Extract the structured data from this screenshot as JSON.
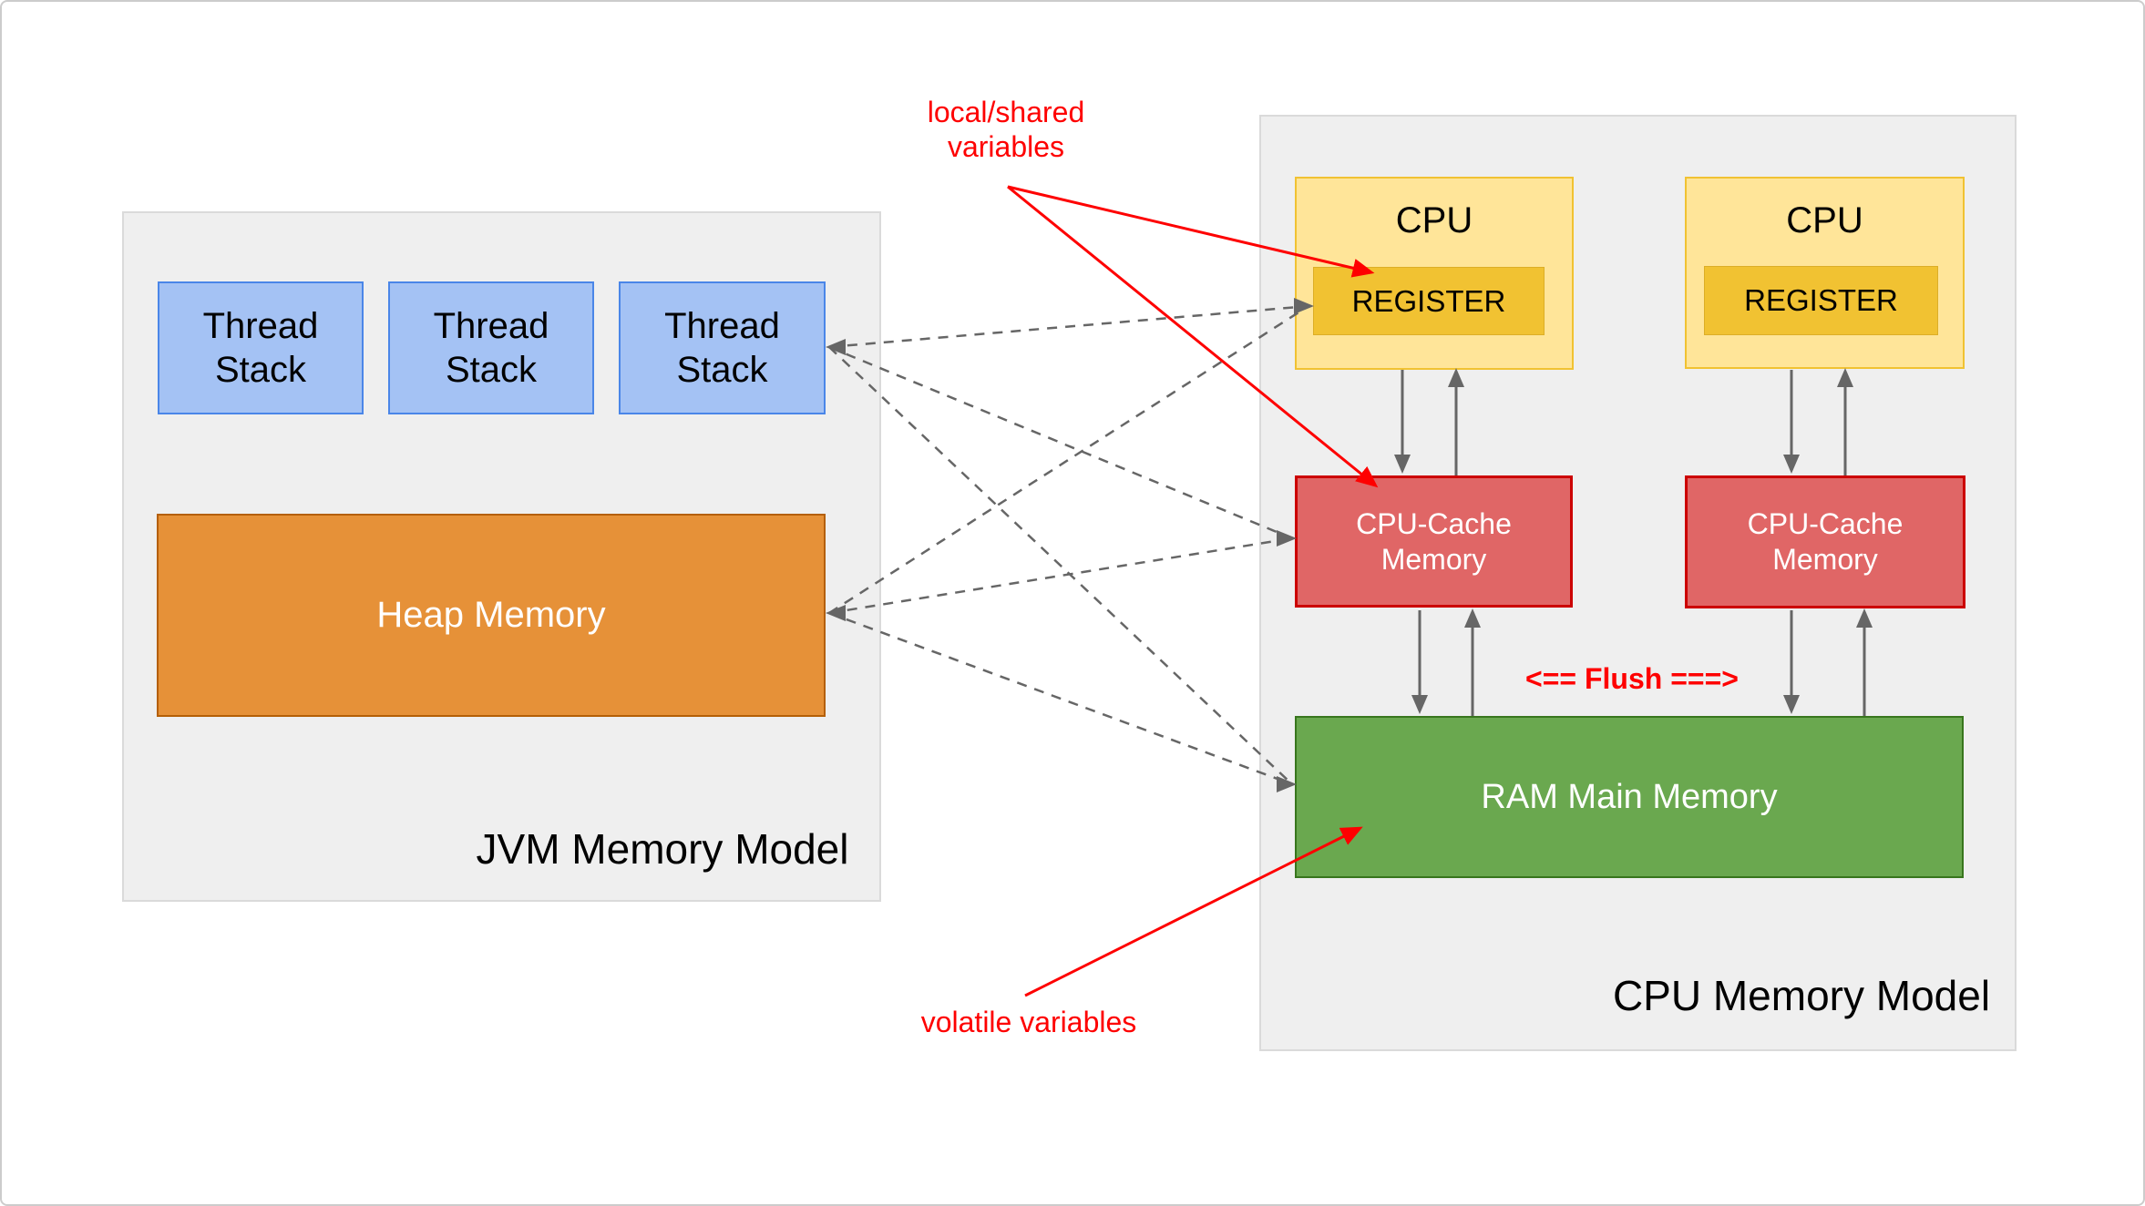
{
  "diagram": {
    "jvm_panel": {
      "label": "JVM Memory Model",
      "thread_stacks": [
        "Thread Stack",
        "Thread Stack",
        "Thread Stack"
      ],
      "heap_label": "Heap Memory"
    },
    "cpu_panel": {
      "label": "CPU Memory Model",
      "cpus": [
        {
          "title": "CPU",
          "register_label": "REGISTER",
          "cache_label": "CPU-Cache Memory"
        },
        {
          "title": "CPU",
          "register_label": "REGISTER",
          "cache_label": "CPU-Cache Memory"
        }
      ],
      "ram_label": "RAM Main Memory"
    },
    "annotations": {
      "local_shared": "local/shared\nvariables",
      "volatile": "volatile variables",
      "flush": "<== Flush ===>"
    },
    "colors": {
      "panel_bg": "#efefef",
      "panel_border": "#dadada",
      "thread_fill": "#a4c2f4",
      "thread_border": "#4a86e8",
      "heap_fill": "#e69138",
      "heap_border": "#b45f06",
      "cpu_fill": "#ffe599",
      "cpu_border": "#f1c232",
      "register_fill": "#f1c232",
      "cache_fill": "#e06666",
      "cache_border": "#cc0000",
      "ram_fill": "#6aa84f",
      "ram_border": "#38761d",
      "connector_gray": "#666666",
      "annotation_red": "#fe0000"
    }
  }
}
